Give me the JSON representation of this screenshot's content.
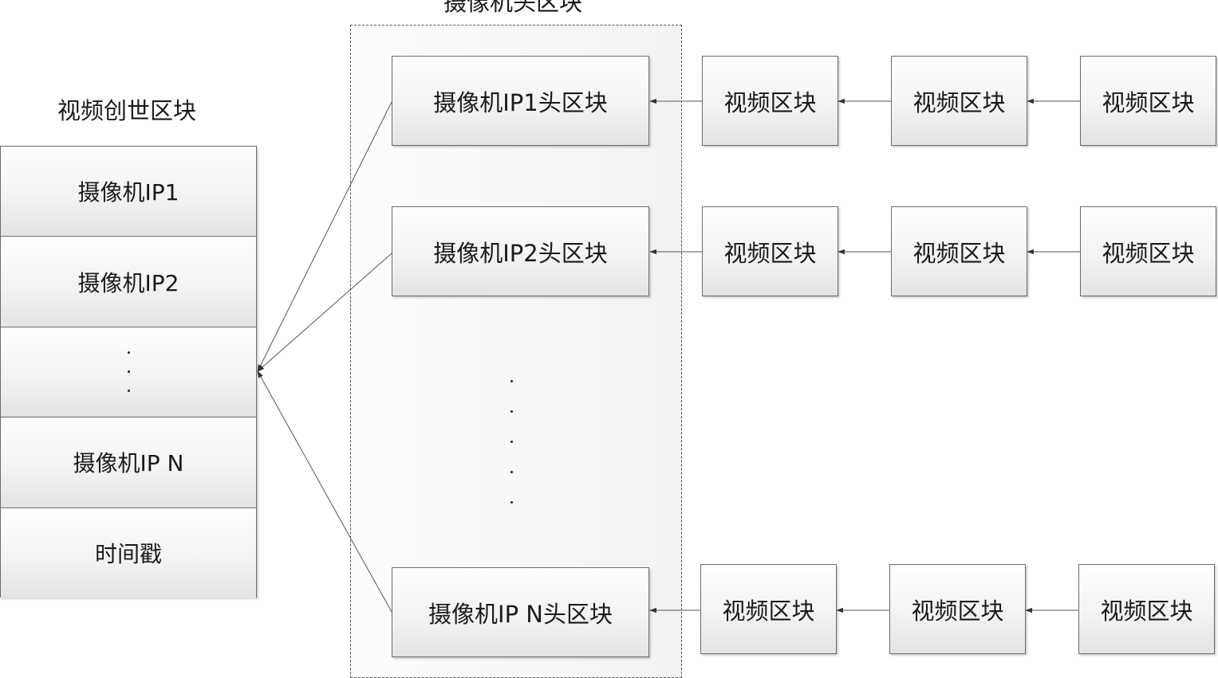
{
  "region_title": "摄像机头区块",
  "genesis": {
    "title": "视频创世区块",
    "cells": [
      "摄像机IP1",
      "摄像机IP2",
      "",
      "摄像机IP N",
      "时间戳"
    ]
  },
  "heads": [
    "摄像机IP1头区块",
    "摄像机IP2头区块",
    "摄像机IP N头区块"
  ],
  "video_block_label": "视频区块",
  "rows": [
    {
      "head": "摄像机IP1头区块",
      "videos": [
        "视频区块",
        "视频区块",
        "视频区块"
      ]
    },
    {
      "head": "摄像机IP2头区块",
      "videos": [
        "视频区块",
        "视频区块",
        "视频区块"
      ]
    },
    {
      "head": "摄像机IP N头区块",
      "videos": [
        "视频区块",
        "视频区块",
        "视频区块"
      ]
    }
  ]
}
